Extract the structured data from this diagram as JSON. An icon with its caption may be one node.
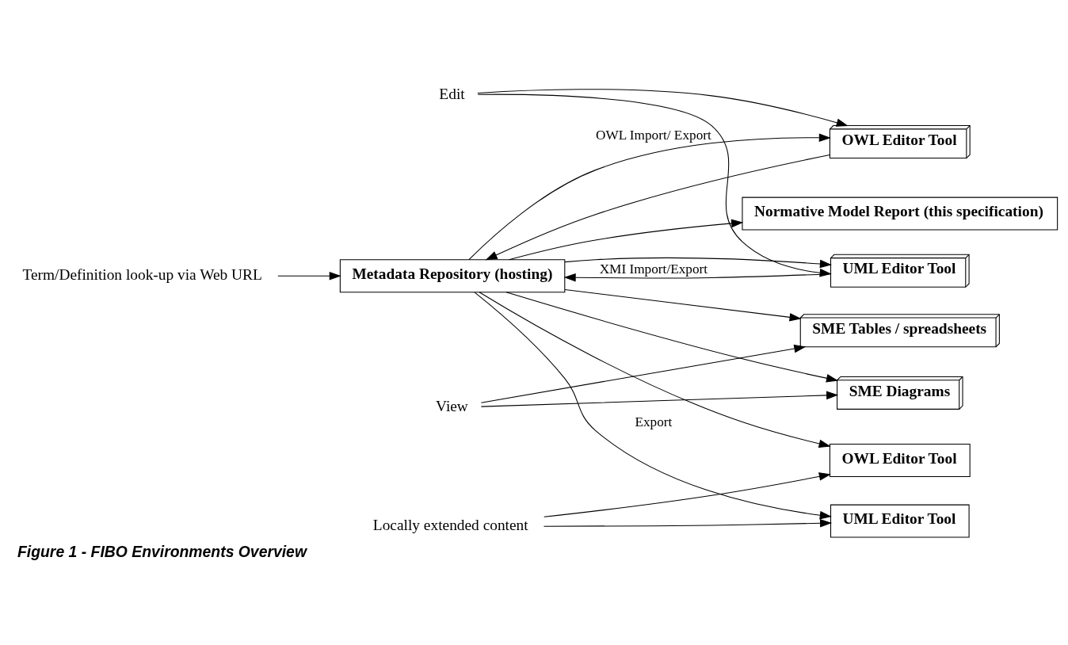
{
  "diagram": {
    "caption": "Figure 1 - FIBO Environments Overview",
    "nodes": [
      {
        "text": [
          "Normative Model Report (this specification)"
        ]
      },
      {
        "text": [
          "Metadata Repository (hosting)"
        ]
      },
      {
        "text": [
          "UML Editor Tool"
        ]
      },
      {
        "text": [
          "OWL Editor Tool"
        ]
      },
      {
        "text": [
          "SME Diagrams"
        ]
      },
      {
        "text": [
          "SME Tables / spreadsheets"
        ]
      },
      {
        "text": [
          "UML Editor Tool"
        ]
      },
      {
        "text": [
          "OWL Editor Tool"
        ]
      },
      {
        "text": [
          "Term/Definition look-up via Web URL"
        ]
      },
      {
        "text": [
          "Edit"
        ]
      },
      {
        "text": [
          "View"
        ]
      },
      {
        "text": [
          "Locally extended content"
        ]
      }
    ],
    "edges": [
      {
        "from": 1,
        "to": 0,
        "arrow": "to"
      },
      {
        "from": 8,
        "to": 1,
        "arrow": "to"
      },
      {
        "from": 2,
        "to": 1,
        "arrow": "to",
        "label": "XMI Import/Export"
      },
      {
        "from": 1,
        "to": 2,
        "arrow": "to"
      },
      {
        "from": 1,
        "to": 3,
        "arrow": "to",
        "label": "OWL Import/ Export"
      },
      {
        "from": 3,
        "to": 1,
        "arrow": "to"
      },
      {
        "from": 1,
        "to": 4,
        "arrow": "to"
      },
      {
        "from": 1,
        "to": 5,
        "arrow": "to"
      },
      {
        "from": 1,
        "to": 6,
        "arrow": "to",
        "label": "Export"
      },
      {
        "from": 1,
        "to": 7,
        "arrow": "to"
      },
      {
        "from": 9,
        "to": 2,
        "arrow": "to"
      },
      {
        "from": 9,
        "to": 3,
        "arrow": "to"
      },
      {
        "from": 10,
        "to": 5,
        "arrow": "to"
      },
      {
        "from": 10,
        "to": 4,
        "arrow": "to"
      },
      {
        "from": 11,
        "to": 6,
        "arrow": "to"
      },
      {
        "from": 11,
        "to": 7,
        "arrow": "to"
      }
    ]
  }
}
